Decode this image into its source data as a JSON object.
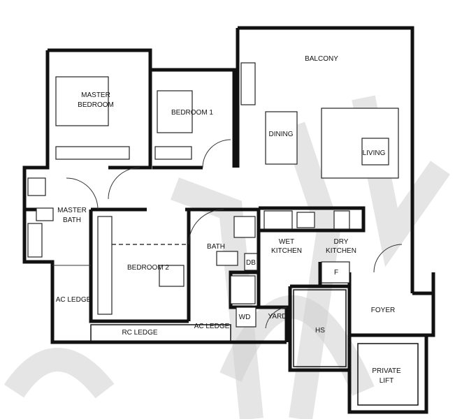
{
  "rooms": {
    "balcony": "BALCONY",
    "master_bedroom": [
      "MASTER",
      "BEDROOM"
    ],
    "bedroom1": "BEDROOM  1",
    "dining": "DINING",
    "living": "LIVING",
    "master_bath": [
      "MASTER",
      "BATH"
    ],
    "bedroom2": "BEDROOM 2",
    "bath": "BATH",
    "wet_kitchen": [
      "WET",
      "KITCHEN"
    ],
    "dry_kitchen": [
      "DRY",
      "KITCHEN"
    ],
    "db": "DB",
    "fridge": "F",
    "foyer": "FOYER",
    "ac_ledge_left": "AC LEDGE",
    "rc_ledge": "RC LEDGE",
    "ac_ledge_bottom": "AC LEDGE",
    "wd": "WD",
    "yard": "YARD",
    "hs": "HS",
    "private_lift": [
      "PRIVATE",
      "LIFT"
    ]
  },
  "colors": {
    "wall": "#111111",
    "watermark": "#cfcfcf"
  }
}
